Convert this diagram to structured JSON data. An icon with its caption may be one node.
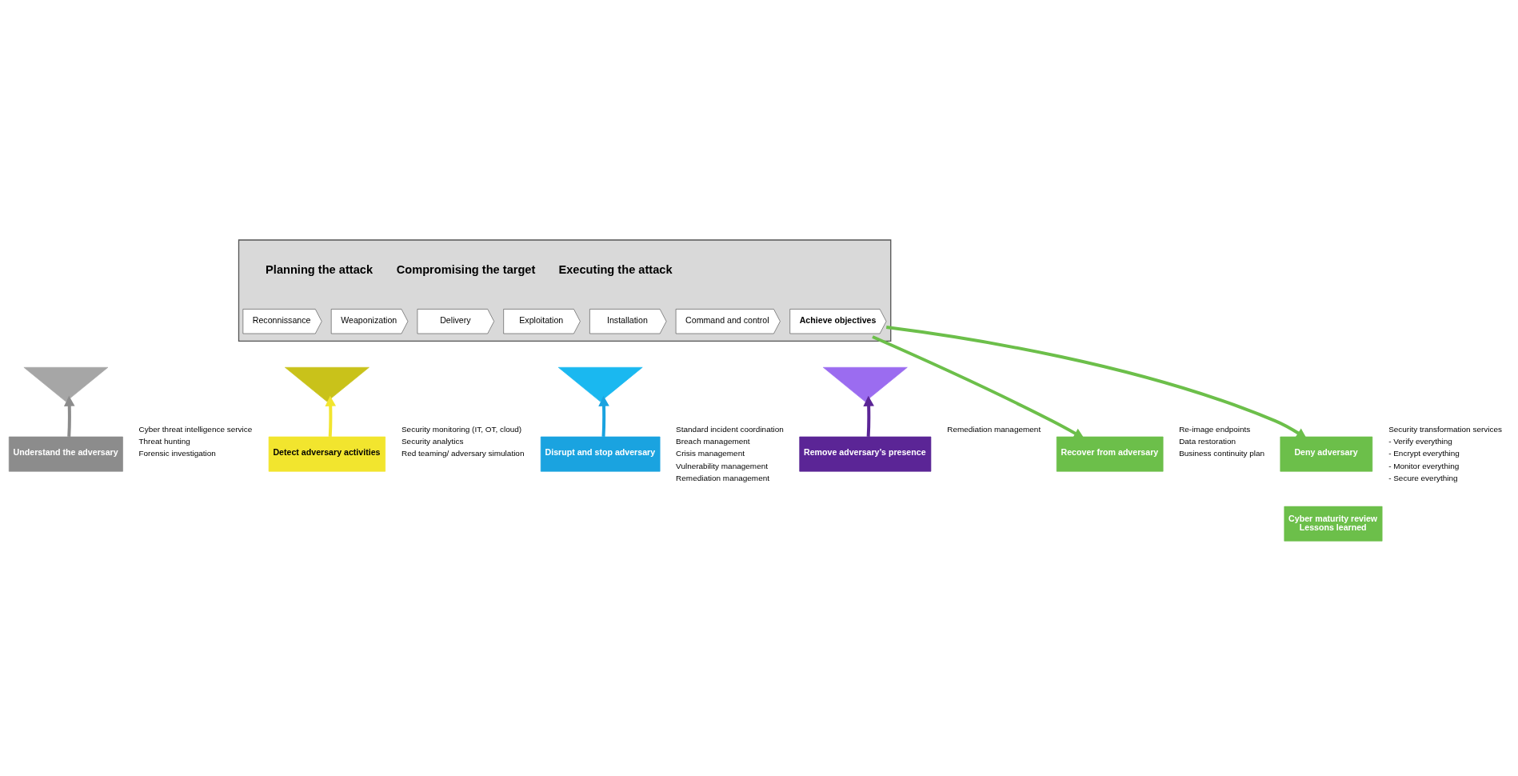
{
  "diagram": {
    "nodes": [
      {
        "text": [
          "Planning the attack",
          "Compromising the target",
          "Executing the attack"
        ]
      },
      {
        "text": [
          "Reconnissance"
        ],
        "in": 0
      },
      {
        "text": [
          "Weaponization"
        ],
        "in": 0
      },
      {
        "text": [
          "Delivery"
        ],
        "in": 0
      },
      {
        "text": [
          "Exploitation"
        ],
        "in": 0
      },
      {
        "text": [
          "Installation"
        ],
        "in": 0
      },
      {
        "text": [
          "Command and control"
        ],
        "in": 0
      },
      {
        "text": [
          "Achieve objectives"
        ],
        "in": 0
      },
      {
        "text": [],
        "shape": "triangle"
      },
      {
        "text": [],
        "shape": "triangle"
      },
      {
        "text": [],
        "shape": "triangle"
      },
      {
        "text": [],
        "shape": "triangle"
      },
      {
        "text": [
          "Understand the adversary"
        ],
        "beside": [
          "Cyber threat intelligence service",
          "Threat hunting",
          "Forensic investigation"
        ]
      },
      {
        "text": [
          "Detect adversary activities"
        ],
        "beside": [
          "Security monitoring (IT, OT, cloud)",
          "Security analytics",
          "Red teaming/ adversary simulation"
        ]
      },
      {
        "text": [
          "Disrupt and stop adversary"
        ],
        "beside": [
          "Standard incident coordination",
          "Breach management",
          "Crisis management",
          "Vulnerability management",
          "Remediation management"
        ]
      },
      {
        "text": [
          "Remove adversary’s presence"
        ],
        "beside": [
          "Remediation management"
        ]
      },
      {
        "text": [
          "Recover from adversary"
        ],
        "beside": [
          "Re-image endpoints",
          "Data restoration",
          "Business continuity plan"
        ]
      },
      {
        "text": [
          "Deny adversary"
        ],
        "beside": [
          "Security transformation services",
          "- Verify everything",
          "- Encrypt everything",
          "- Monitor everything",
          "- Secure everything"
        ]
      },
      {
        "text": [
          "Cyber maturity review",
          "Lessons learned"
        ]
      }
    ],
    "edges": [
      {
        "from": 12,
        "to": 8,
        "arrow": "to",
        "color": "#8c8c8c"
      },
      {
        "from": 13,
        "to": 9,
        "arrow": "to",
        "color": "#f2e52e"
      },
      {
        "from": 14,
        "to": 10,
        "arrow": "to",
        "color": "#1aa3e0"
      },
      {
        "from": 15,
        "to": 11,
        "arrow": "to",
        "color": "#5b2596"
      },
      {
        "from": 7,
        "to": 16,
        "arrow": "to",
        "color": "#6cbf4a"
      },
      {
        "from": 7,
        "to": 17,
        "arrow": "to",
        "color": "#6cbf4a"
      }
    ]
  }
}
